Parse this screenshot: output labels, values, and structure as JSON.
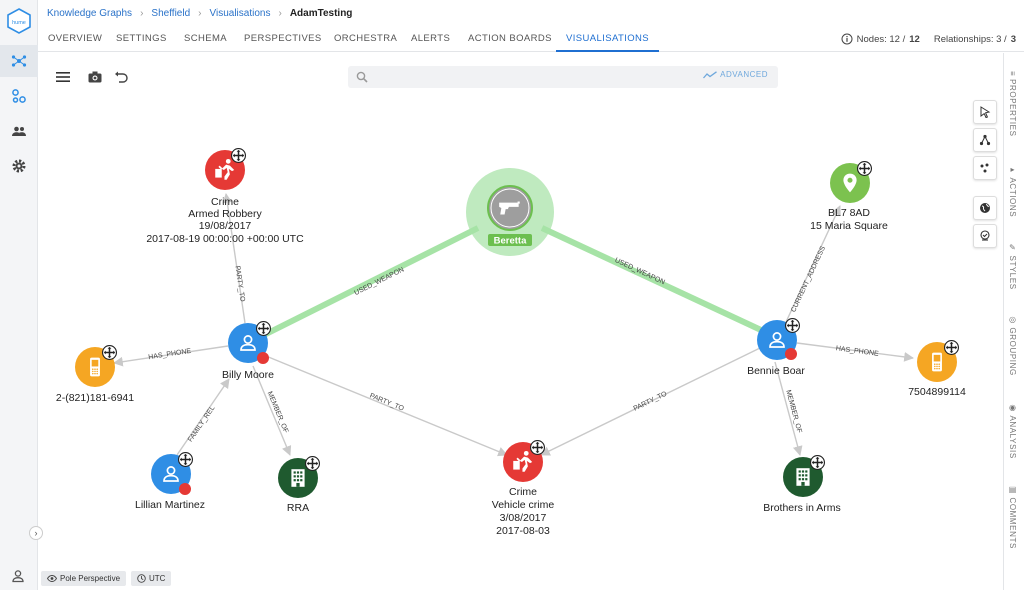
{
  "breadcrumb": {
    "items": [
      "Knowledge Graphs",
      "Sheffield",
      "Visualisations"
    ],
    "current": "AdamTesting"
  },
  "tabs": [
    "OVERVIEW",
    "SETTINGS",
    "SCHEMA",
    "PERSPECTIVES",
    "ORCHESTRA",
    "ALERTS",
    "ACTION BOARDS",
    "VISUALISATIONS"
  ],
  "active_tab": "VISUALISATIONS",
  "counts": {
    "nodes_label": "Nodes: 12 /",
    "nodes_total": "12",
    "rels_label": "Relationships: 3 /",
    "rels_total": "3"
  },
  "search": {
    "placeholder": "",
    "advanced_label": "ADVANCED"
  },
  "right_panel_tabs": [
    "PROPERTIES",
    "ACTIONS",
    "STYLES",
    "GROUPING",
    "ANALYSIS",
    "COMMENTS"
  ],
  "logo_text": "hume",
  "bottom": {
    "perspective": "Pole Perspective",
    "timezone": "UTC"
  },
  "colors": {
    "crime": "#e53935",
    "person": "#2f8ee5",
    "phone": "#f5a623",
    "org": "#1f5a2f",
    "location": "#7cc24f",
    "weapon": "#9e9e9e",
    "highlight": "#8ede8e",
    "accent": "#1f6fd1"
  },
  "nodes": {
    "crime1": {
      "lines": [
        "Crime",
        "Armed Robbery",
        "19/08/2017",
        "2017-08-19 00:00:00 +00:00 UTC"
      ],
      "icon": "robbery-icon"
    },
    "beretta": {
      "label": "Beretta",
      "icon": "gun-icon"
    },
    "postcode": {
      "lines": [
        "BL7 8AD",
        "15 Maria Square"
      ],
      "icon": "location-pin-icon"
    },
    "phone1": {
      "lines": [
        "2-(821)181-6941"
      ],
      "icon": "phone-icon"
    },
    "billy": {
      "lines": [
        "Billy Moore"
      ],
      "icon": "person-icon"
    },
    "bennie": {
      "lines": [
        "Bennie Boar"
      ],
      "icon": "person-icon"
    },
    "phone2": {
      "lines": [
        "7504899114"
      ],
      "icon": "phone-icon"
    },
    "lillian": {
      "lines": [
        "Lillian Martinez"
      ],
      "icon": "person-icon"
    },
    "rra": {
      "lines": [
        "RRA"
      ],
      "icon": "building-icon"
    },
    "crime2": {
      "lines": [
        "Crime",
        "Vehicle crime",
        "3/08/2017",
        "2017-08-03"
      ],
      "icon": "robbery-icon"
    },
    "brothers": {
      "lines": [
        "Brothers in Arms"
      ],
      "icon": "building-icon"
    }
  },
  "edges": {
    "used_weapon_1": "USED_WEAPON",
    "used_weapon_2": "USED_WEAPON",
    "party_to_1": "PARTY_TO",
    "party_to_2": "PARTY_TO",
    "party_to_3": "PARTY_TO",
    "has_phone_1": "HAS_PHONE",
    "has_phone_2": "HAS_PHONE",
    "family_rel": "FAMILY_REL",
    "member_of_1": "MEMBER_OF",
    "member_of_2": "MEMBER_OF",
    "current_address": "CURRENT_ADDRESS"
  }
}
